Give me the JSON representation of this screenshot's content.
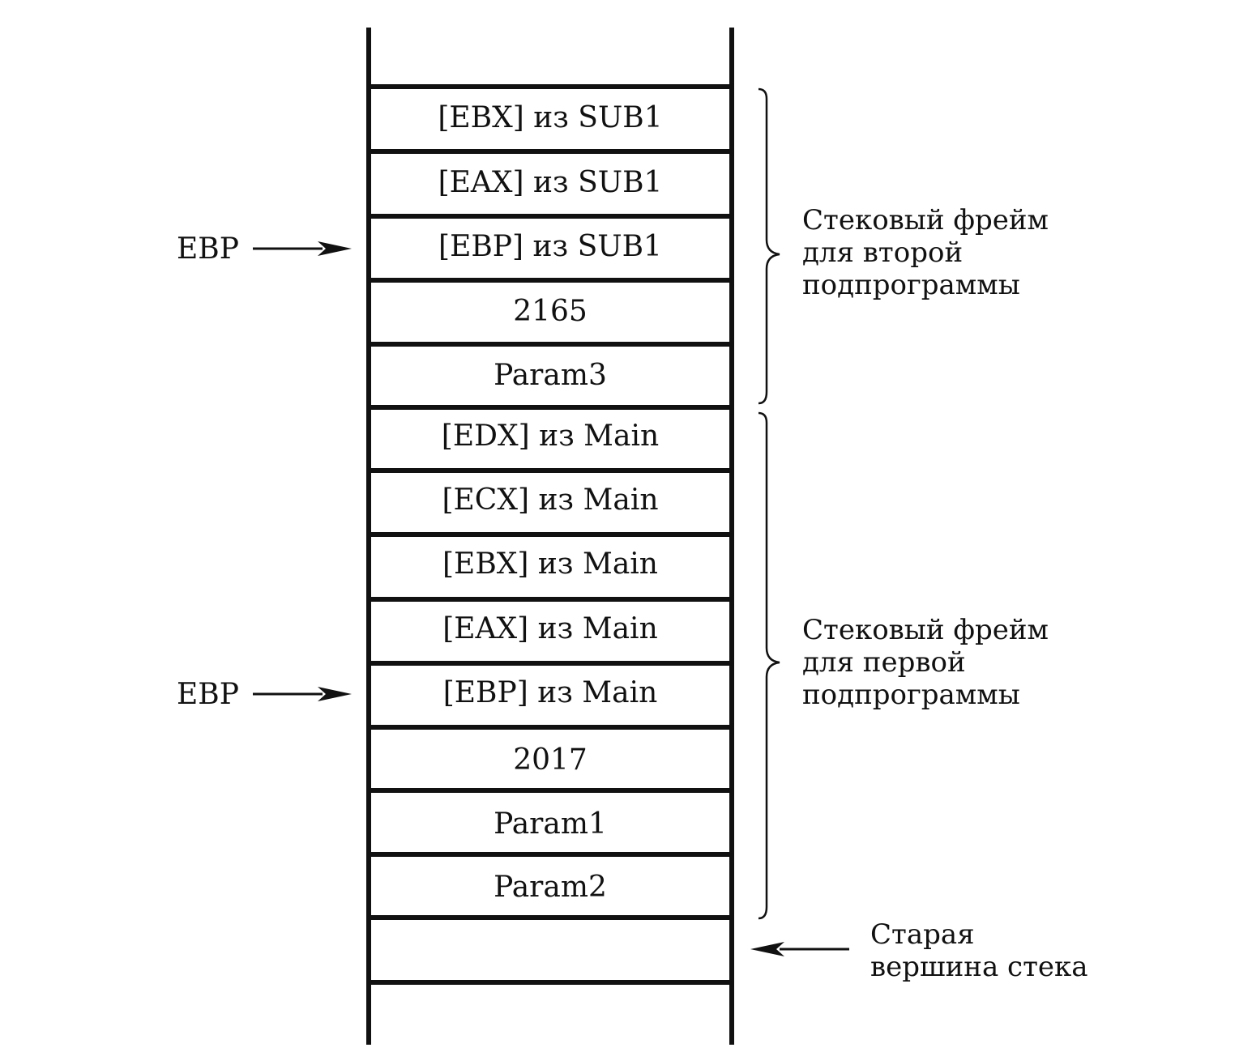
{
  "stack_cells": [
    "[EBX] из SUB1",
    "[EAX] из SUB1",
    "[EBP] из SUB1",
    "2165",
    "Param3",
    "[EDX] из Main",
    "[ECX] из Main",
    "[EBX] из Main",
    "[EAX] из Main",
    "[EBP] из Main",
    "2017",
    "Param1",
    "Param2",
    ""
  ],
  "pointers": {
    "ebp_top": "EBP",
    "ebp_bottom": "EBP"
  },
  "frames": {
    "second": {
      "line1": "Стековый фрейм",
      "line2": "для второй",
      "line3": "подпрограммы"
    },
    "first": {
      "line1": "Стековый фрейм",
      "line2": "для первой",
      "line3": "подпрограммы"
    }
  },
  "old_top": {
    "line1": "Старая",
    "line2": "вершина стека"
  }
}
